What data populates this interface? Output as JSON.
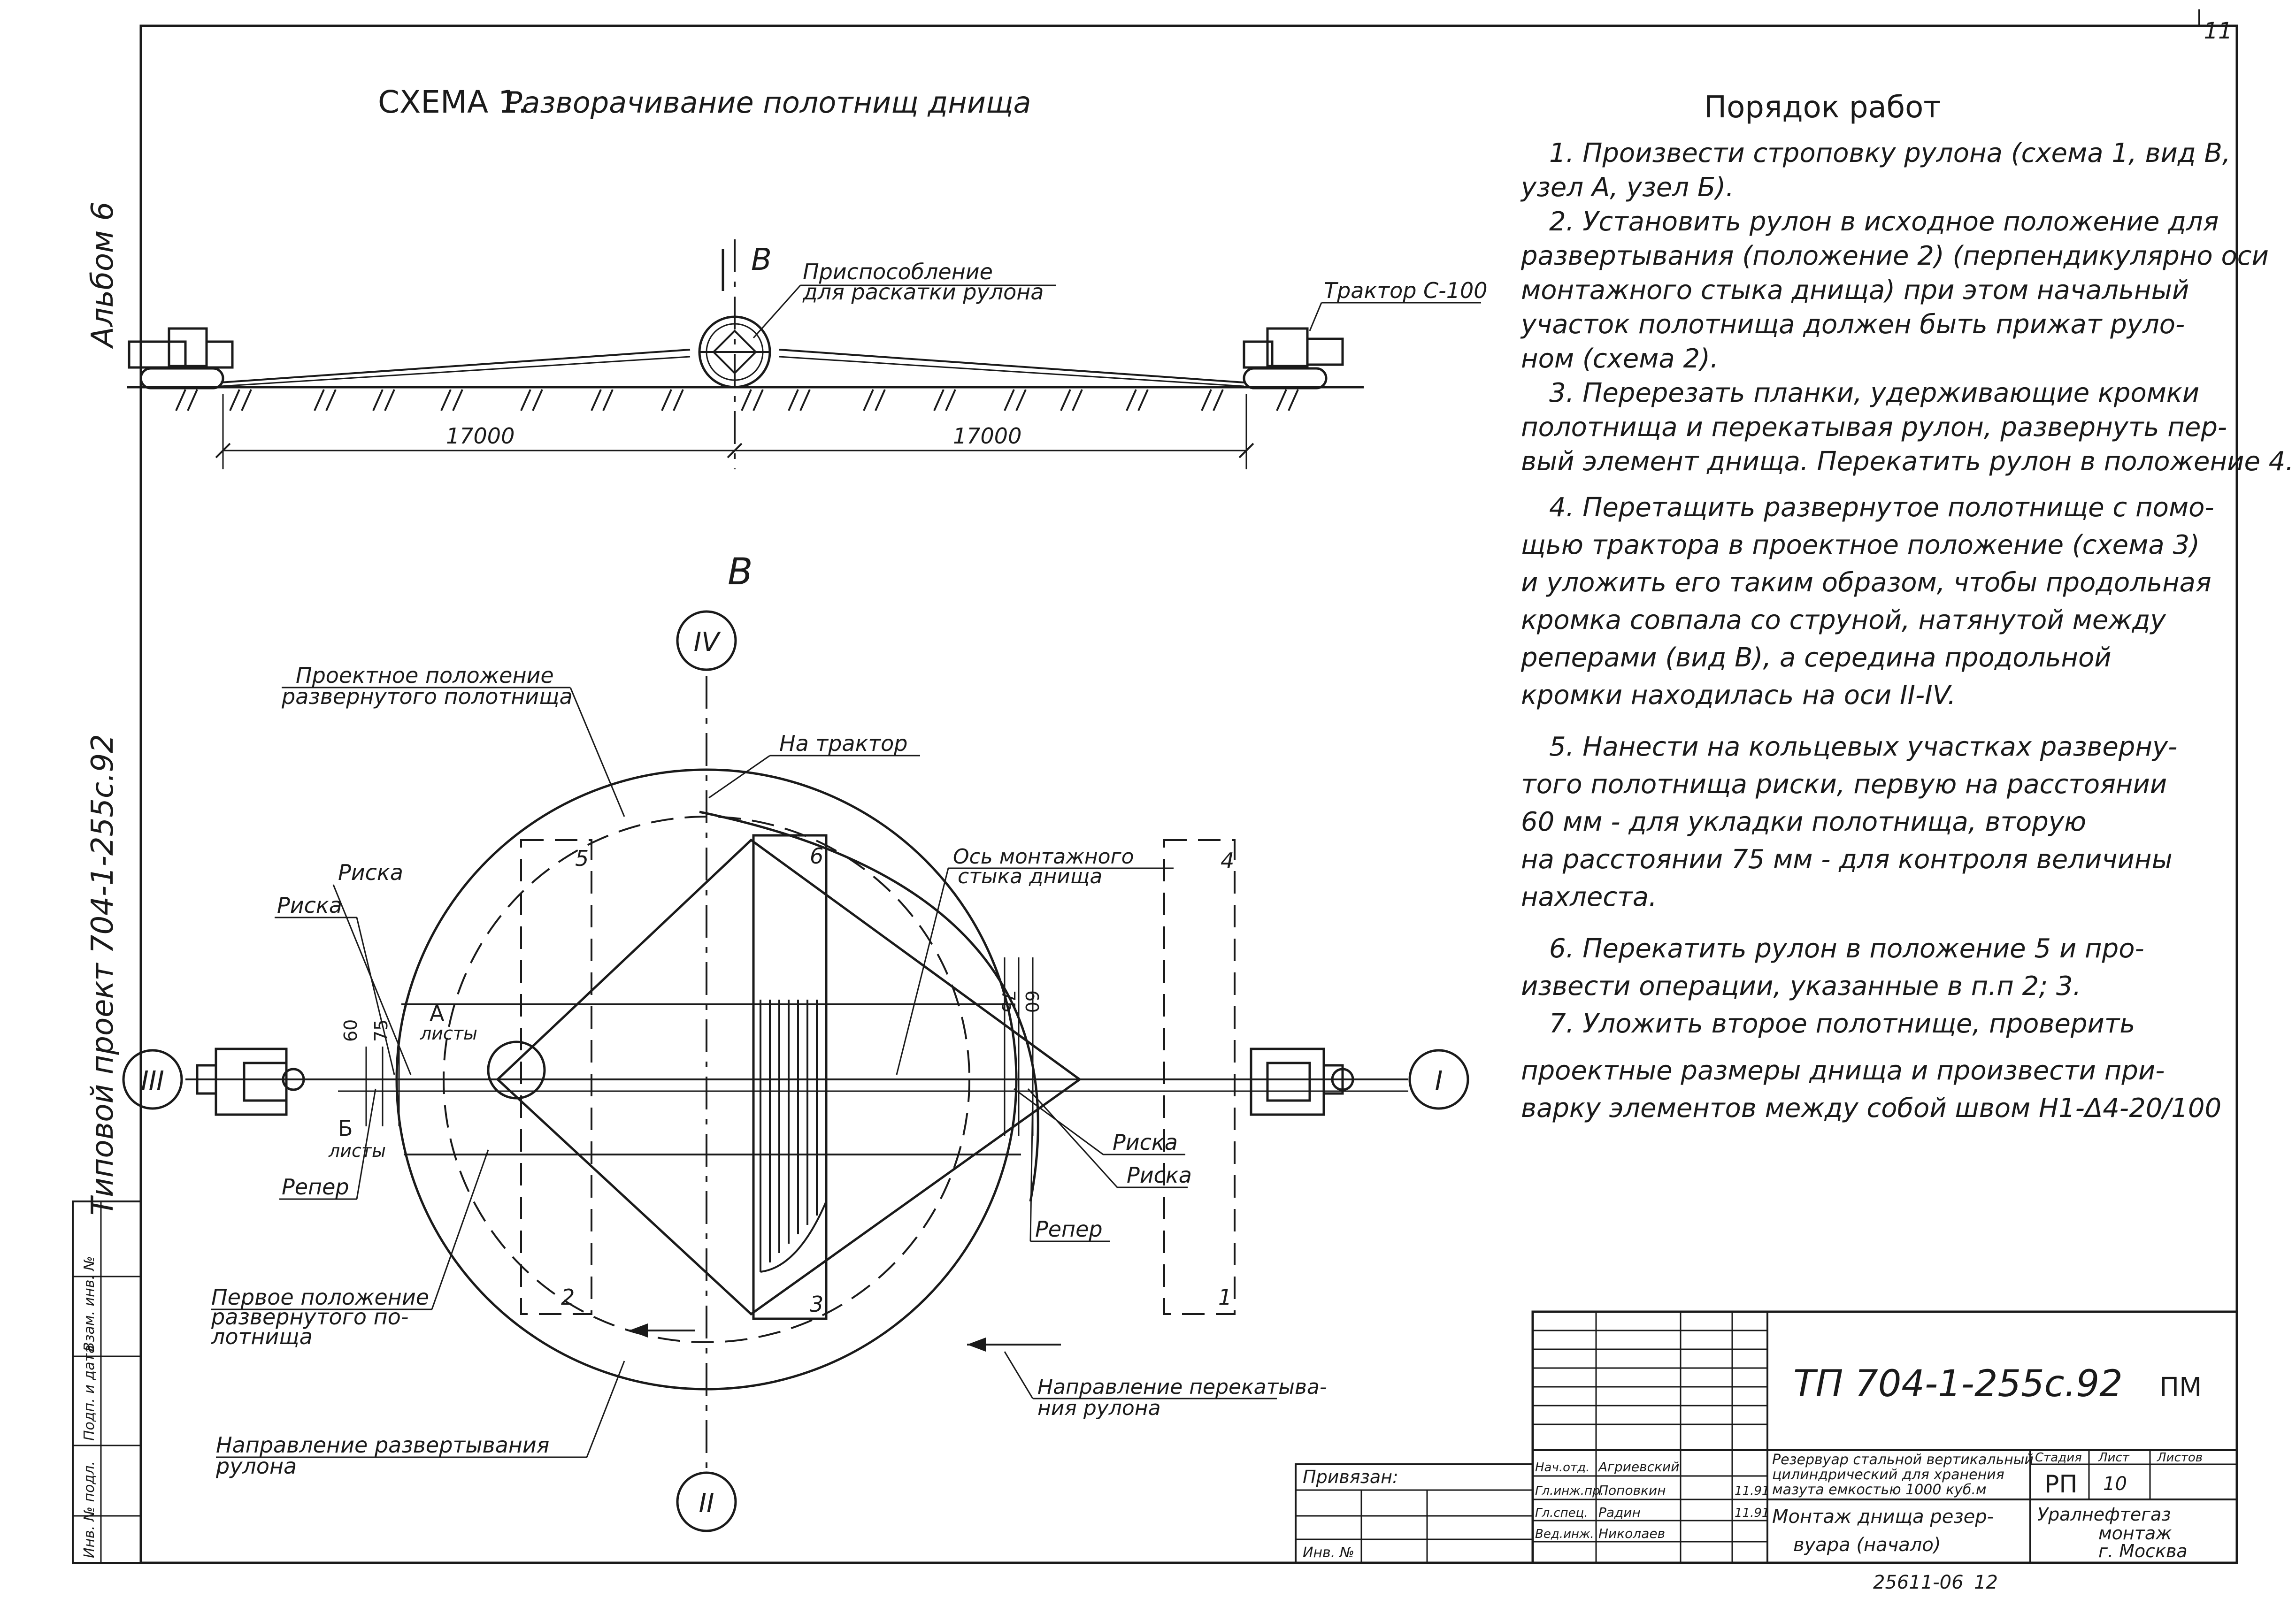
{
  "page_number": "11",
  "album_label": "Альбом 6",
  "side_project_label": "Типовой проект 704-1-255с.92",
  "scheme": {
    "title_prefix": "СХЕМА 1.",
    "title": "Разворачивание полотнищ днища",
    "view_mark": "В",
    "device_label_1": "Приспособление",
    "device_label_2": "для раскатки рулона",
    "tractor_label": "Трактор С-100",
    "dim_left": "17000",
    "dim_right": "17000"
  },
  "plan": {
    "view_title": "В",
    "axis_top": "IV",
    "axis_bottom": "II",
    "axis_left": "III",
    "axis_right": "I",
    "design_pos_1": "Проектное положение",
    "design_pos_2": "развернутого полотнища",
    "to_tractor": "На трактор",
    "mount_axis_1": "Ось монтажного",
    "mount_axis_2": "стыка днища",
    "riska": "Риска",
    "reper": "Репер",
    "first_pos_1": "Первое положение",
    "first_pos_2": "развернутого по-",
    "first_pos_3": "лотнища",
    "unroll_dir_1": "Направление развертывания",
    "unroll_dir_2": "рулона",
    "roll_dir_1": "Направление перекатыва-",
    "roll_dir_2": "ния рулона",
    "node_a": "А",
    "node_b": "Б",
    "sheet_word": "листы",
    "dim_60": "60",
    "dim_75": "75",
    "pos_1": "1",
    "pos_2": "2",
    "pos_3": "3",
    "pos_4": "4",
    "pos_5": "5",
    "pos_6": "6"
  },
  "works": {
    "heading": "Порядок работ",
    "lines": [
      "1. Произвести строповку рулона (схема 1, вид В,",
      "узел А, узел Б).",
      "2. Установить рулон в исходное положение для",
      "развертывания (положение 2) (перпендикулярно оси",
      "монтажного стыка днища) при этом начальный",
      "участок полотнища должен быть прижат руло-",
      "ном (схема 2).",
      "3. Перерезать планки, удерживающие кромки",
      "полотнища и перекатывая рулон, развернуть пер-",
      "вый элемент днища. Перекатить рулон в положение 4.",
      "4. Перетащить развернутое полотнище с помо-",
      "щью трактора в проектное положение (схема 3)",
      "и уложить его таким образом, чтобы продольная",
      "кромка совпала со струной, натянутой между",
      "реперами (вид В), а середина продольной",
      "кромки находилась на оси II-IV.",
      "5. Нанести на кольцевых участках разверну-",
      "того полотнища риски, первую на расстоянии",
      "60 мм - для укладки полотнища, вторую",
      "на расстоянии 75 мм - для контроля величины",
      "нахлеста.",
      "6. Перекатить рулон в положение 5 и про-",
      "извести операции, указанные в п.п 2; 3.",
      "7. Уложить второе полотнище, проверить",
      "проектные размеры днища и произвести при-",
      "варку элементов между собой швом Н1-Δ4-20/100"
    ]
  },
  "stamp": {
    "code": "ТП 704-1-255с.92",
    "mark": "ПМ",
    "object_line_1": "Резервуар стальной вертикальный",
    "object_line_2": "цилиндрический для хранения",
    "object_line_3": "мазута емкостью 1000 куб.м",
    "stage_header": "Стадия",
    "sheet_header": "Лист",
    "sheets_header": "Листов",
    "stage": "РП",
    "sheet": "10",
    "drawing_title_1": "Монтаж днища резер-",
    "drawing_title_2": "вуара (начало)",
    "org_1": "Уралнефтегаз",
    "org_2": "монтаж",
    "org_3": "г. Москва",
    "roles": [
      "Нач.отд.",
      "Гл.инж.пр.",
      "Гл.спец.",
      "Вед.инж."
    ],
    "names": [
      "Агриевский",
      "Поповкин",
      "Радин",
      "Николаев"
    ],
    "date": "11.91",
    "attached": "Привязан:",
    "inv_no": "Инв. №",
    "archive_no": "25611-06",
    "archive_sheet": "12"
  },
  "side_table": {
    "cols": [
      "Инв. № подл.",
      "Подп. и дата",
      "Взам. инв. №"
    ]
  }
}
